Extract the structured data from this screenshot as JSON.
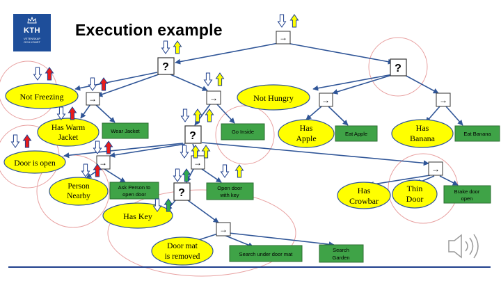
{
  "slide": {
    "title": "Execution example",
    "logo": {
      "text": "KTH",
      "subtext_line1": "VETENSKAP",
      "subtext_line2": "OCH KONST"
    }
  },
  "colors": {
    "condition_fill": "#ffff00",
    "action_fill": "#3fa347",
    "edge": "#2f5597",
    "circle": "#e8a0a0",
    "bottom_line": "#1f3f8c",
    "arrow_up_yellow": "#ffff00",
    "arrow_up_red": "#e81b1b",
    "arrow_up_green": "#2fa84f",
    "arrow_down": "#ffffff"
  },
  "icons": {
    "sequence": "arrow-right-icon",
    "fallback": "question-mark-icon",
    "speaker": "speaker-icon"
  },
  "tree": {
    "fallback_label": "?",
    "sequence_label": "→",
    "conditions": {
      "not_freezing": "Not Freezing",
      "has_warm_jacket_line1": "Has Warm",
      "has_warm_jacket_line2": "Jacket",
      "door_is_open": "Door is open",
      "person_nearby_line1": "Person",
      "person_nearby_line2": "Nearby",
      "has_key": "Has Key",
      "door_mat_removed_line1": "Door mat",
      "door_mat_removed_line2": "is removed",
      "not_hungry": "Not Hungry",
      "has_apple_line1": "Has",
      "has_apple_line2": "Apple",
      "has_banana_line1": "Has",
      "has_banana_line2": "Banana",
      "has_crowbar_line1": "Has",
      "has_crowbar_line2": "Crowbar",
      "thin_door_line1": "Thin",
      "thin_door_line2": "Door"
    },
    "actions": {
      "wear_jacket": "Wear Jacket",
      "go_inside": "Go Inside",
      "eat_apple": "Eat Apple",
      "eat_banana": "Eat Banana",
      "ask_person_line1": "Ask Person to",
      "ask_person_line2": "open door",
      "open_door_key_line1": "Open door",
      "open_door_key_line2": "with key",
      "search_mat": "Search under door mat",
      "search_garden_line1": "Search",
      "search_garden_line2": "Garden",
      "brake_door_line1": "Brake door",
      "brake_door_line2": "open"
    }
  }
}
